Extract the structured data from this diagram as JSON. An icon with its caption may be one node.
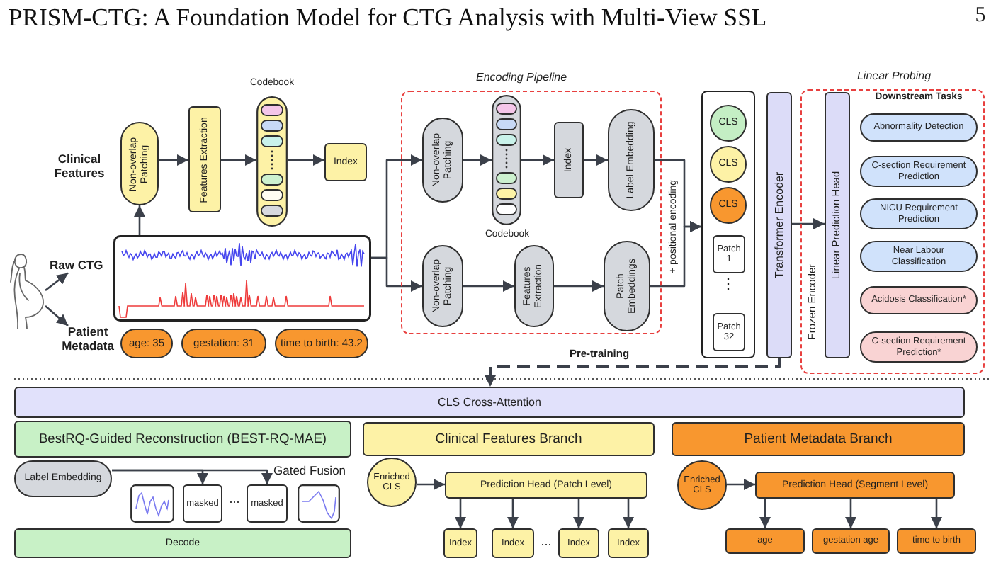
{
  "diagram": {
    "title": "PRISM-CTG: A Foundation Model for CTG Analysis with Multi-View SSL",
    "nodes": [
      {
        "text": [],
        "shape": "person"
      },
      {
        "text": [
          "Raw CTG"
        ]
      },
      {
        "text": [
          "Patient Metadata"
        ]
      },
      {
        "text": [
          "Non-overlap Patching"
        ]
      },
      {
        "text": [
          "Features Extraction"
        ]
      },
      {
        "text": [
          "Codebook"
        ]
      },
      {
        "text": [
          "Index"
        ]
      },
      {
        "text": [],
        "shape": "picture"
      },
      {
        "text": [
          "age: 35"
        ]
      },
      {
        "text": [
          "gestation: 31"
        ]
      },
      {
        "text": [
          "time to birth: 43.2"
        ]
      },
      {
        "text": [
          "Encoding Pipeline"
        ]
      },
      {
        "text": [
          "Non-overlap Patching"
        ],
        "in": 11
      },
      {
        "text": [
          "Codebook"
        ],
        "in": 11
      },
      {
        "text": [
          "Index"
        ],
        "in": 11
      },
      {
        "text": [
          "Label Embedding"
        ],
        "in": 11
      },
      {
        "text": [
          "Non-overlap Patching"
        ],
        "in": 11
      },
      {
        "text": [
          "Features Extraction"
        ],
        "in": 11
      },
      {
        "text": [
          "Patch Embeddings"
        ],
        "in": 11
      },
      {
        "text": [],
        "shape": "box"
      },
      {
        "text": [
          "CLS"
        ],
        "in": 19
      },
      {
        "text": [
          "CLS"
        ],
        "in": 19
      },
      {
        "text": [
          "CLS"
        ],
        "in": 19
      },
      {
        "text": [
          "Patch 1"
        ],
        "in": 19
      },
      {
        "text": [
          "Patch 32"
        ],
        "in": 19
      },
      {
        "text": [
          "Transformer Encoder"
        ]
      },
      {
        "text": [
          "Linear Probing"
        ]
      },
      {
        "text": [
          "Linear Prediction Head"
        ],
        "in": 26
      },
      {
        "text": [
          "Abnormality Detection"
        ],
        "in": 26
      },
      {
        "text": [
          "C-section Requirement Prediction"
        ],
        "in": 26
      },
      {
        "text": [
          "NICU Requirement Prediction"
        ],
        "in": 26
      },
      {
        "text": [
          "Near Labour Classification"
        ],
        "in": 26
      },
      {
        "text": [
          "Acidosis Classification*"
        ],
        "in": 26
      },
      {
        "text": [
          "C-section Requirement Prediction*"
        ],
        "in": 26
      },
      {
        "text": [
          "CLS Cross-Attention"
        ]
      },
      {
        "text": [
          "BestRQ-Guided Reconstruction (BEST-RQ-MAE)"
        ]
      },
      {
        "text": [
          "Clinical Features Branch"
        ]
      },
      {
        "text": [
          "Patient Metadata Branch"
        ]
      },
      {
        "text": [
          "Label Embedding"
        ]
      },
      {
        "text": [],
        "shape": "picture"
      },
      {
        "text": [
          "masked"
        ]
      },
      {
        "text": [
          "masked"
        ]
      },
      {
        "text": [],
        "shape": "picture"
      },
      {
        "text": [
          "Decode"
        ]
      },
      {
        "text": [
          "Enriched CLS"
        ]
      },
      {
        "text": [
          "Prediction Head (Patch Level)"
        ]
      },
      {
        "text": [
          "Index"
        ]
      },
      {
        "text": [
          "Index"
        ]
      },
      {
        "text": [
          "Index"
        ]
      },
      {
        "text": [
          "Index"
        ]
      },
      {
        "text": [
          "Enriched CLS"
        ]
      },
      {
        "text": [
          "Prediction Head (Segment Level)"
        ]
      },
      {
        "text": [
          "age"
        ]
      },
      {
        "text": [
          "gestation age"
        ]
      },
      {
        "text": [
          "time to birth"
        ]
      }
    ],
    "edges": [
      {
        "from": 0,
        "to": 1,
        "arrow": "to"
      },
      {
        "from": 0,
        "to": 2,
        "arrow": "to"
      },
      {
        "from": 7,
        "to": 3,
        "arrow": "to"
      },
      {
        "from": 3,
        "to": 4,
        "arrow": "to"
      },
      {
        "from": 4,
        "to": 5,
        "arrow": "to"
      },
      {
        "from": 5,
        "to": 6,
        "arrow": "to"
      },
      {
        "from": 7,
        "to": 12,
        "arrow": "to"
      },
      {
        "from": 7,
        "to": 16,
        "arrow": "to"
      },
      {
        "from": 12,
        "to": 13,
        "arrow": "to"
      },
      {
        "from": 13,
        "to": 14,
        "arrow": "to"
      },
      {
        "from": 14,
        "to": 15,
        "arrow": "to"
      },
      {
        "from": 16,
        "to": 17,
        "arrow": "to"
      },
      {
        "from": 17,
        "to": 18,
        "arrow": "to"
      },
      {
        "from": 15,
        "to": 19,
        "arrow": "to",
        "label": "+ positional encoding"
      },
      {
        "from": 18,
        "to": 19,
        "arrow": "to"
      },
      {
        "from": 25,
        "to": 27,
        "arrow": "to"
      },
      {
        "from": 25,
        "to": 34,
        "arrow": "to",
        "label": "Pre-training",
        "style": "dashed"
      },
      {
        "from": 38,
        "to": 40,
        "arrow": "to"
      },
      {
        "from": 38,
        "to": 41,
        "arrow": "to",
        "label": "Gated Fusion"
      },
      {
        "from": 44,
        "to": 45,
        "arrow": "to"
      },
      {
        "from": 45,
        "to": 46,
        "arrow": "to"
      },
      {
        "from": 45,
        "to": 47,
        "arrow": "to"
      },
      {
        "from": 45,
        "to": 48,
        "arrow": "to"
      },
      {
        "from": 45,
        "to": 49,
        "arrow": "to"
      },
      {
        "from": 50,
        "to": 51,
        "arrow": "to"
      },
      {
        "from": 51,
        "to": 52,
        "arrow": "to"
      },
      {
        "from": 51,
        "to": 53,
        "arrow": "to"
      },
      {
        "from": 51,
        "to": 54,
        "arrow": "to"
      }
    ],
    "labels": [
      "5",
      "Clinical Features",
      "⋮",
      "Frozen Encoder",
      "Downstream Tasks",
      "...",
      "..."
    ]
  }
}
